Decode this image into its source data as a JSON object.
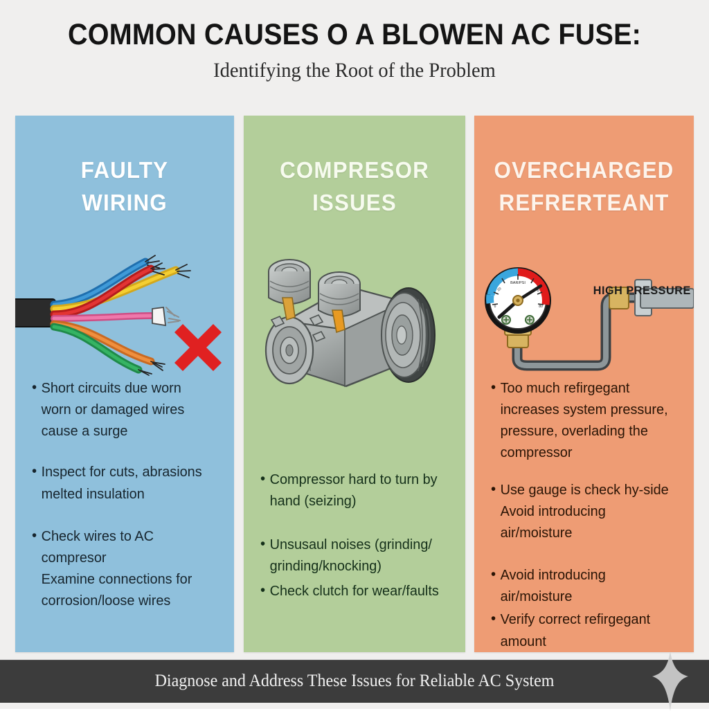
{
  "header": {
    "title": "COMMON CAUSES O A BLOWEN AC FUSE:",
    "subtitle": "Identifying the Root of the Problem"
  },
  "panels": [
    {
      "id": "faulty-wiring",
      "heading": "FAULTY\nWIRING",
      "background_color": "#8FC0DC",
      "text_color": "#17252e",
      "illustration": "frayed-wires-icon",
      "illustration_label": "",
      "bullets": [
        "Short circuits due worn\nworn or damaged wires\ncause a surge",
        "Inspect for cuts, abrasions\nmelted insulation",
        "Check wires to AC compresor\nExamine connections for\ncorrosion/loose wires"
      ],
      "wire_colors": [
        "#2f86c8",
        "#f2cb2a",
        "#e03030",
        "#ef6fa5",
        "#ef8b3c",
        "#2faa5a"
      ],
      "mark_color": "#e02121"
    },
    {
      "id": "compresor-issues",
      "heading": "COMPRESOR\nISSUES",
      "background_color": "#B3CE9A",
      "text_color": "#15301a",
      "illustration": "ac-compressor-icon",
      "illustration_label": "",
      "bullets": [
        "Compressor hard to turn by\nhand (seizing)",
        "Unsusaul noises (grinding/\ngrinding/knocking)",
        "Check clutch for wear/faults"
      ]
    },
    {
      "id": "overcharged-refrerteant",
      "heading": "OVERCHARGED\nREFRERTEANT",
      "background_color": "#EE9C74",
      "text_color": "#2a1405",
      "illustration": "pressure-gauge-icon",
      "illustration_label": "HIGH PRESSURE",
      "bullets": [
        "Too much refirgegant\nincreases system pressure,\npressure, overlading the\ncompressor",
        "Use gauge is check hy-side\nAvoid introducing air/moisture",
        "Avoid introducing air/moisture",
        "Verify correct refirgegant\namount"
      ],
      "gauge": {
        "low_arc_color": "#3aa6dd",
        "high_arc_color": "#e01b1b",
        "face_color": "#ffffff",
        "bezel_color": "#111111",
        "fitting_color": "#c9a24a"
      }
    }
  ],
  "footer": {
    "text": "Diagnose and Address These Issues for Reliable AC System",
    "background_color": "#3c3c3c",
    "text_color": "#f2f2f2",
    "ornament": "diamond-ornament-icon"
  }
}
